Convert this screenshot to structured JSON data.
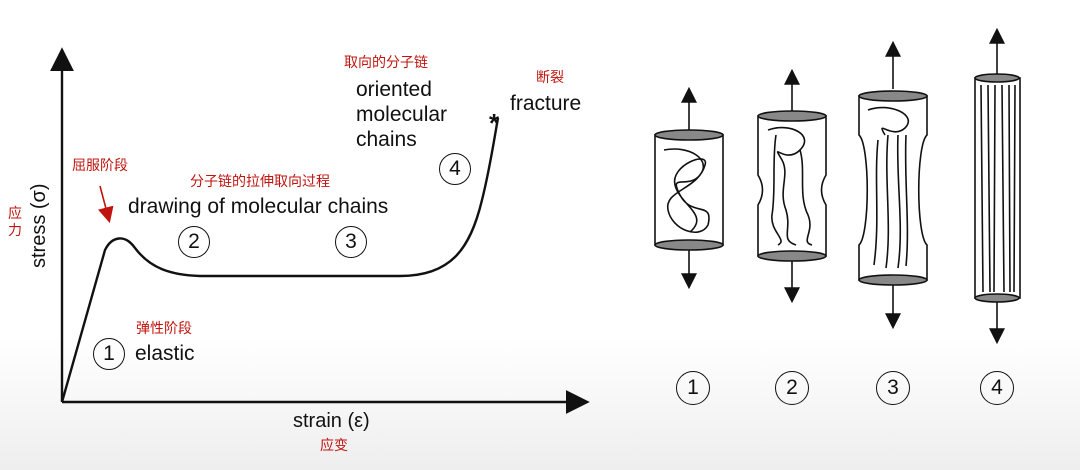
{
  "axes": {
    "y_label": "stress (σ)",
    "y_label_cn": "应力",
    "x_label": "strain (ε)",
    "x_label_cn": "应变"
  },
  "stages": [
    {
      "number": "1",
      "label": "elastic",
      "label_cn": "弹性阶段"
    },
    {
      "number": "2",
      "label": "drawing of molecular chains",
      "label_cn": "分子链的拉伸取向过程"
    },
    {
      "number": "3",
      "label": "drawing of molecular chains",
      "label_cn": "分子链的拉伸取向过程"
    },
    {
      "number": "4",
      "label": "oriented molecular chains",
      "label_cn": "取向的分子链"
    }
  ],
  "annotations": {
    "yield_cn": "屈服阶段",
    "oriented_line1": "oriented",
    "oriented_line2": "molecular",
    "oriented_line3": "chains",
    "oriented_cn": "取向的分子链",
    "fracture": "fracture",
    "fracture_cn": "断裂",
    "fracture_marker": "*"
  },
  "specimens": [
    {
      "number": "1"
    },
    {
      "number": "2"
    },
    {
      "number": "3"
    },
    {
      "number": "4"
    }
  ],
  "colors": {
    "ink": "#111111",
    "annotation_red": "#c0150f"
  }
}
